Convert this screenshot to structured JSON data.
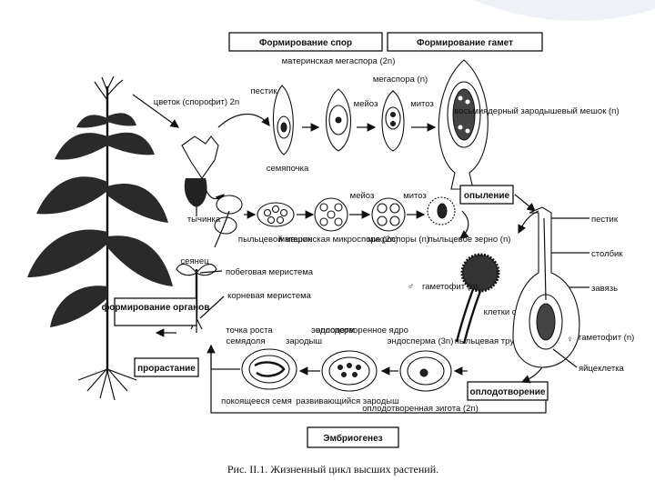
{
  "headers": {
    "spore_formation": "Формирование спор",
    "gamete_formation": "Формирование гамет"
  },
  "boxes": {
    "pollination": "опыление",
    "fertilization": "оплодотворение",
    "embryogenesis": "Эмбриогенез",
    "germination": "прорастание",
    "organ_formation": "формирование органов"
  },
  "labels": {
    "pistil_top": "пестик",
    "flower_sporophyte": "цветок (спорофит) 2n",
    "megasporocyte": "материнская мегаспора (2n)",
    "megaspore": "мегаспора (n)",
    "meiosis_top": "мейоз",
    "mitosis_top": "митоз",
    "embryo_sac": "восьмиядерный зародышевый мешок (n)",
    "ovule": "семяпочка",
    "meiosis_mid": "мейоз",
    "mitosis_mid": "митоз",
    "stamen": "тычинка",
    "pollen_sac": "пыльцевой мешок",
    "microsporocyte": "материнская микроспора (2n)",
    "microspores": "микроспоры (n)",
    "pollen_grain": "пыльцевое зерно (n)",
    "pistil_right": "пестик",
    "style": "столбик",
    "ovary": "завязь",
    "male_gametophyte": "гаметофит (n)",
    "sperm_cells": "клетки спермии",
    "pollen_tube": "пыльцевая трубка",
    "female_gametophyte": "гаметофит (n)",
    "egg_cell": "яйцеклетка",
    "seedling": "сеянец",
    "shoot_meristem": "побеговая меристема",
    "root_meristem": "корневая меристема",
    "growth_point": "точка роста",
    "cotyledon": "семядоля",
    "embryo": "зародыш",
    "endosperm": "эндосперм",
    "fertilized_nucleus": "оплодотворенное ядро",
    "fertilized_endosperm": "эндосперма (3n)",
    "dormant_seed": "покоящееся семя",
    "developing_embryo": "развивающийся зародыш",
    "fertilized_zygote": "оплодотворенная зигота (2n)",
    "male_symbol": "♂",
    "female_symbol": "♀"
  },
  "caption": "Рис. II.1. Жизненный цикл высших растений."
}
